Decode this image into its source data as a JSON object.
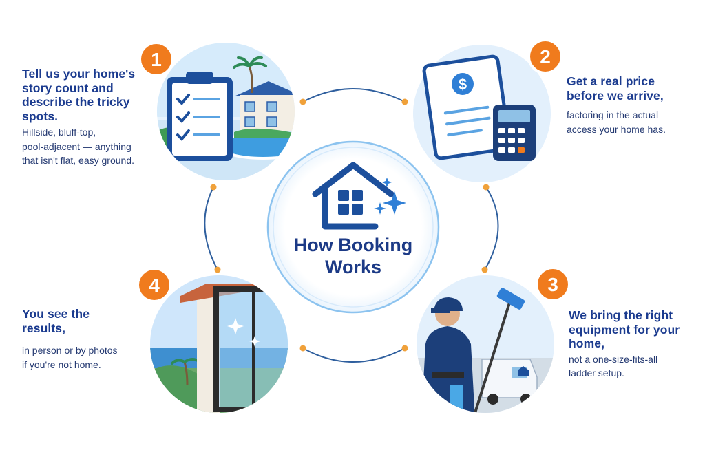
{
  "center": {
    "title_line1": "How Booking",
    "title_line2": "Works"
  },
  "steps": [
    {
      "number": "1",
      "heading": [
        "Tell us your home's",
        "story count and",
        "describe the tricky",
        "spots."
      ],
      "body": [
        "Hillside, bluff-top,",
        "pool-adjacent — anything",
        "that isn't flat, easy ground."
      ]
    },
    {
      "number": "2",
      "heading": [
        "Get a real price",
        "before we arrive,"
      ],
      "body": [
        "factoring in the actual",
        "access your home has."
      ]
    },
    {
      "number": "3",
      "heading": [
        "We bring the right",
        "equipment for your",
        "home,"
      ],
      "body": [
        "not a one-size-fits-all",
        "ladder setup."
      ]
    },
    {
      "number": "4",
      "heading": [
        "You see the",
        "results,"
      ],
      "body": [
        "in person or by photos",
        "if you're not home."
      ]
    }
  ],
  "colors": {
    "accent_orange": "#f07b1d",
    "navy": "#1b3b8f",
    "ring_blue": "#6aaee6",
    "connector": "#2f5f9e"
  },
  "icons": [
    "house-icon",
    "sparkle-icon",
    "clipboard-icon",
    "house-illustration",
    "palm-tree-icon",
    "pool-icon",
    "document-icon",
    "dollar-icon",
    "calculator-icon",
    "worker-illustration",
    "brush-pole-icon",
    "van-icon",
    "window-illustration",
    "ocean-view"
  ]
}
